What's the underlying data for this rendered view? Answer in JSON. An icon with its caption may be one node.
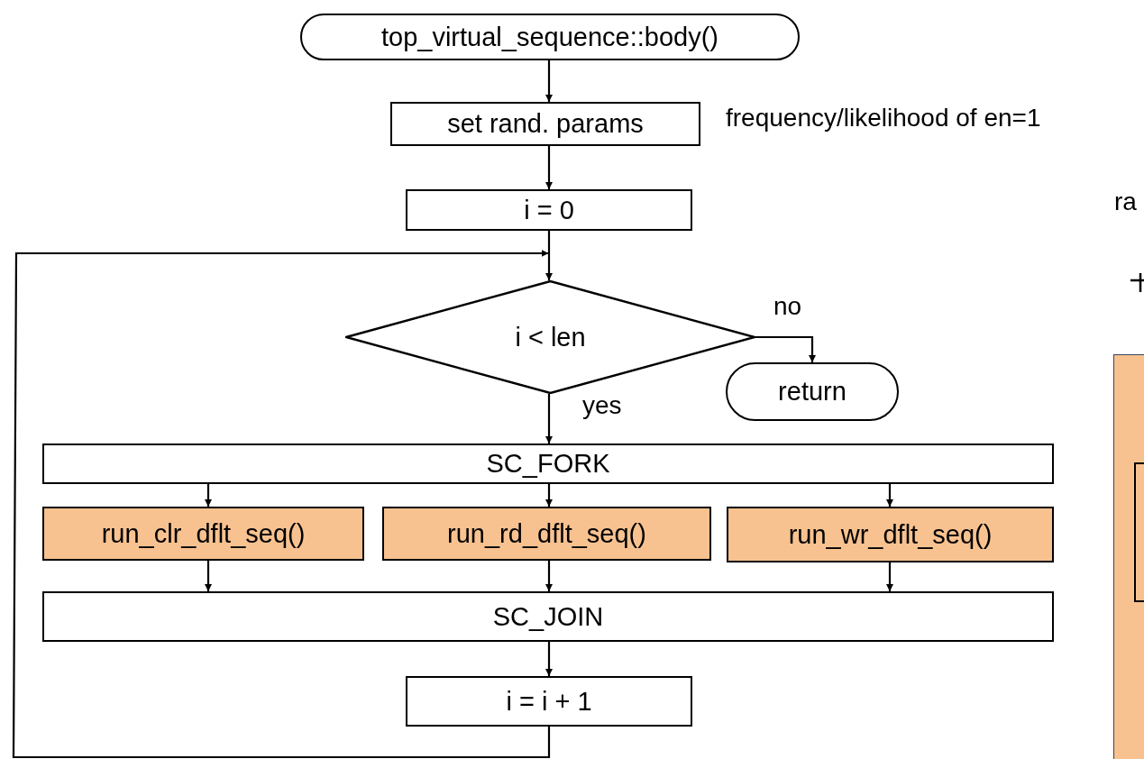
{
  "diagram": {
    "nodes": [
      {
        "text": [
          "top_virtual_sequence::body()"
        ]
      },
      {
        "text": [
          "set rand. params"
        ],
        "beside": [
          "frequency/likelihood of en=1"
        ]
      },
      {
        "text": [
          "i = 0"
        ]
      },
      {
        "text": [
          "i < len"
        ]
      },
      {
        "text": [
          "return"
        ]
      },
      {
        "text": [
          "SC_FORK"
        ]
      },
      {
        "text": [
          "run_clr_dflt_seq()"
        ]
      },
      {
        "text": [
          "run_rd_dflt_seq()"
        ]
      },
      {
        "text": [
          "run_wr_dflt_seq()"
        ]
      },
      {
        "text": [
          "SC_JOIN"
        ]
      },
      {
        "text": [
          "i = i + 1"
        ]
      },
      {
        "text": [],
        "shape": "box"
      },
      {
        "text": [],
        "shape": "box",
        "in": 11
      }
    ],
    "edges": [
      {
        "from": 0,
        "to": 1,
        "arrow": "to"
      },
      {
        "from": 1,
        "to": 2,
        "arrow": "to"
      },
      {
        "from": 2,
        "to": 3,
        "arrow": "to"
      },
      {
        "from": 3,
        "to": 4,
        "arrow": "to",
        "label": "no"
      },
      {
        "from": 3,
        "to": 5,
        "arrow": "to",
        "label": "yes"
      },
      {
        "from": 5,
        "to": 6,
        "arrow": "to"
      },
      {
        "from": 5,
        "to": 7,
        "arrow": "to"
      },
      {
        "from": 5,
        "to": 8,
        "arrow": "to"
      },
      {
        "from": 6,
        "to": 9,
        "arrow": "to"
      },
      {
        "from": 7,
        "to": 9,
        "arrow": "to"
      },
      {
        "from": 8,
        "to": 9,
        "arrow": "to"
      },
      {
        "from": 9,
        "to": 10,
        "arrow": "to"
      },
      {
        "from": 10,
        "to": 3,
        "arrow": "to"
      }
    ],
    "labels": [
      "ra"
    ]
  }
}
